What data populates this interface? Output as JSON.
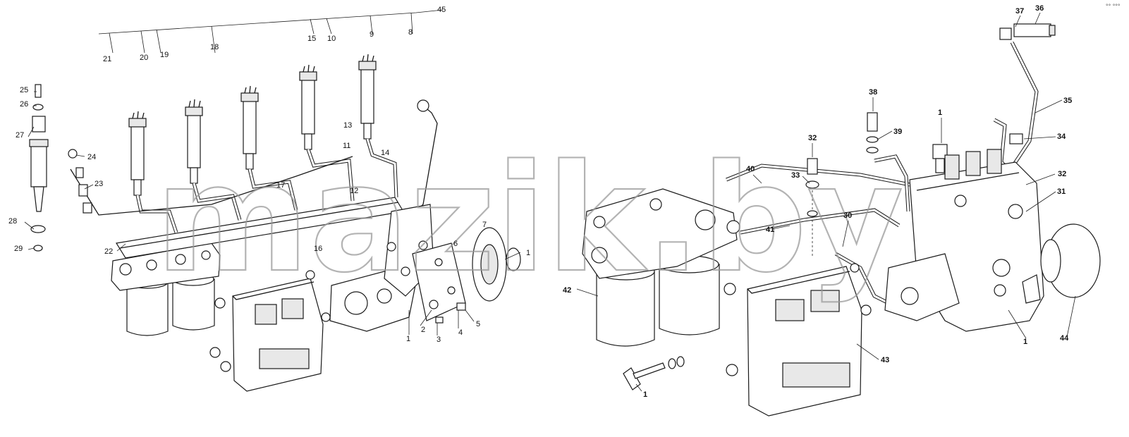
{
  "diagram": {
    "left_view_labels": [
      "45",
      "15",
      "10",
      "9",
      "8",
      "21",
      "20",
      "19",
      "18",
      "25",
      "26",
      "27",
      "24",
      "23",
      "28",
      "29",
      "22",
      "13",
      "11",
      "14",
      "12",
      "17",
      "16",
      "6",
      "7",
      "1",
      "2",
      "3",
      "4",
      "5"
    ],
    "right_view_labels": [
      "37",
      "36",
      "38",
      "1",
      "39",
      "35",
      "34",
      "32",
      "33",
      "40",
      "41",
      "30",
      "31",
      "42",
      "43",
      "44",
      "1",
      "1",
      "32"
    ],
    "watermark": "mazik.by",
    "corner_mark": "°° °°°"
  }
}
